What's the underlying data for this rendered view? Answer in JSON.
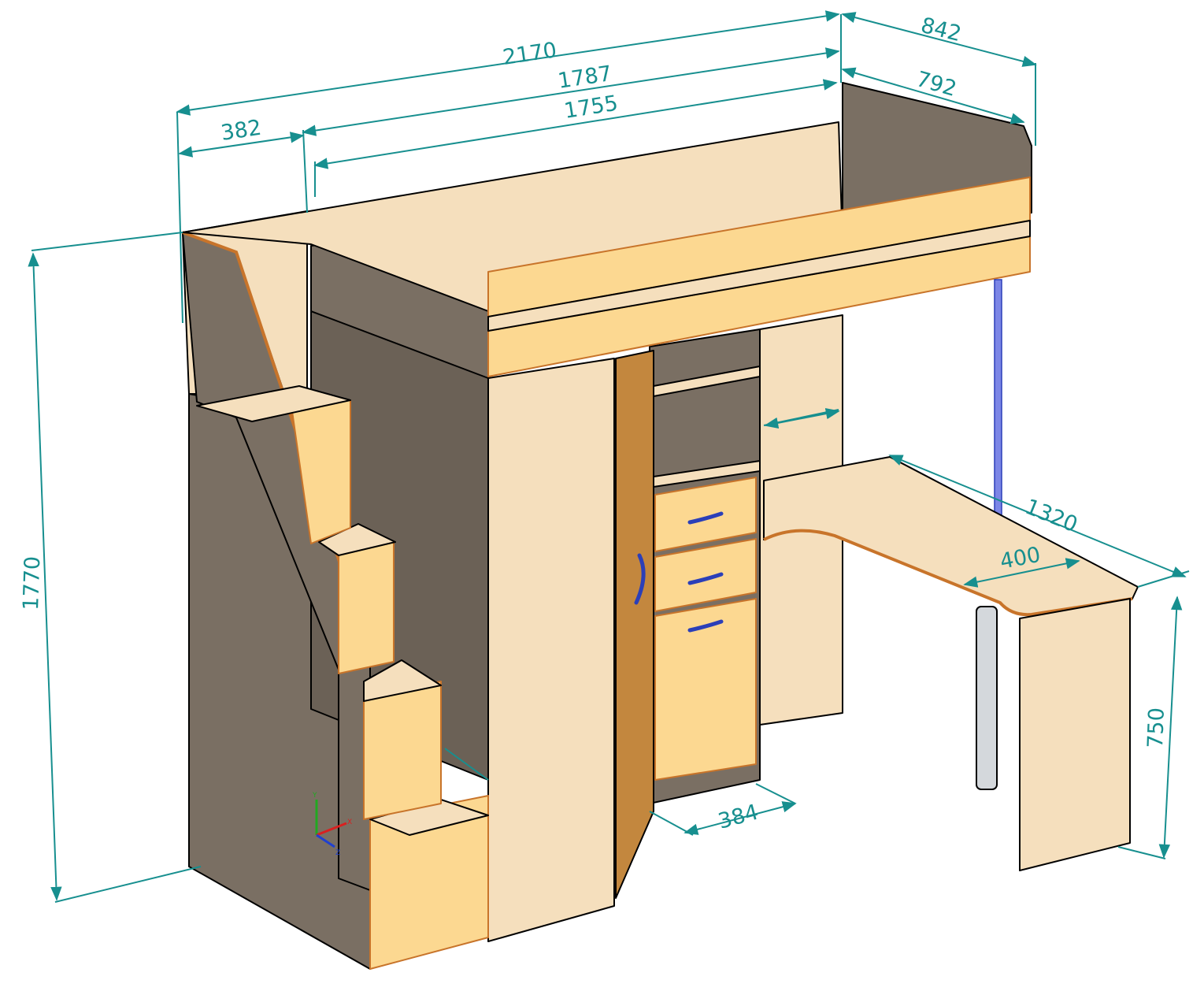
{
  "colors": {
    "dimension": "#178f8f",
    "dark_panel": "#7a6f63",
    "dark_panel_shade": "#6b6156",
    "light_panel": "#f5dfbd",
    "light_panel_shade": "#ecd2a8",
    "orange_panel": "#fcd891",
    "orange_edge": "#c8742a",
    "door_brown": "#c3873e",
    "handle_blue": "#2b3fb8",
    "rod_blue": "#7c86e6",
    "leg_grey": "#d4d8dc"
  },
  "dimensions": {
    "overall_length": "2170",
    "overall_depth": "842",
    "bed_frame_length": "1787",
    "mattress_length": "1755",
    "mattress_width": "792",
    "stair_width": "382",
    "overall_height": "1770",
    "desk_length": "1320",
    "desk_depth": "400",
    "desk_height": "750",
    "cabinet_depth": "384"
  },
  "axis_triad": {
    "x_label": "X",
    "y_label": "Y",
    "z_label": "Z",
    "x_color": "#d92020",
    "y_color": "#21a821",
    "z_color": "#2040d0"
  }
}
